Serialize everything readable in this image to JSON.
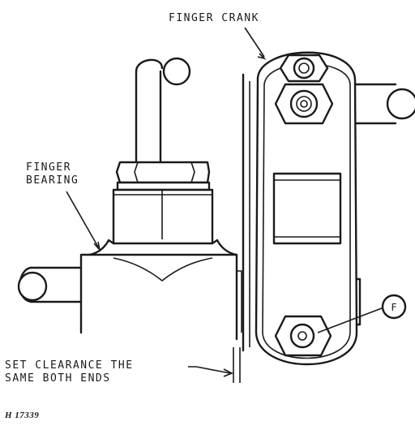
{
  "labels": {
    "finger_crank": "FINGER CRANK",
    "finger_bearing_line1": "FINGER",
    "finger_bearing_line2": "BEARING",
    "clearance_line1": "SET CLEARANCE THE",
    "clearance_line2": "SAME BOTH ENDS",
    "callout_f": "F",
    "figure_number": "H 17339"
  },
  "colors": {
    "ink": "#1a1a1a",
    "paper": "#ffffff"
  }
}
